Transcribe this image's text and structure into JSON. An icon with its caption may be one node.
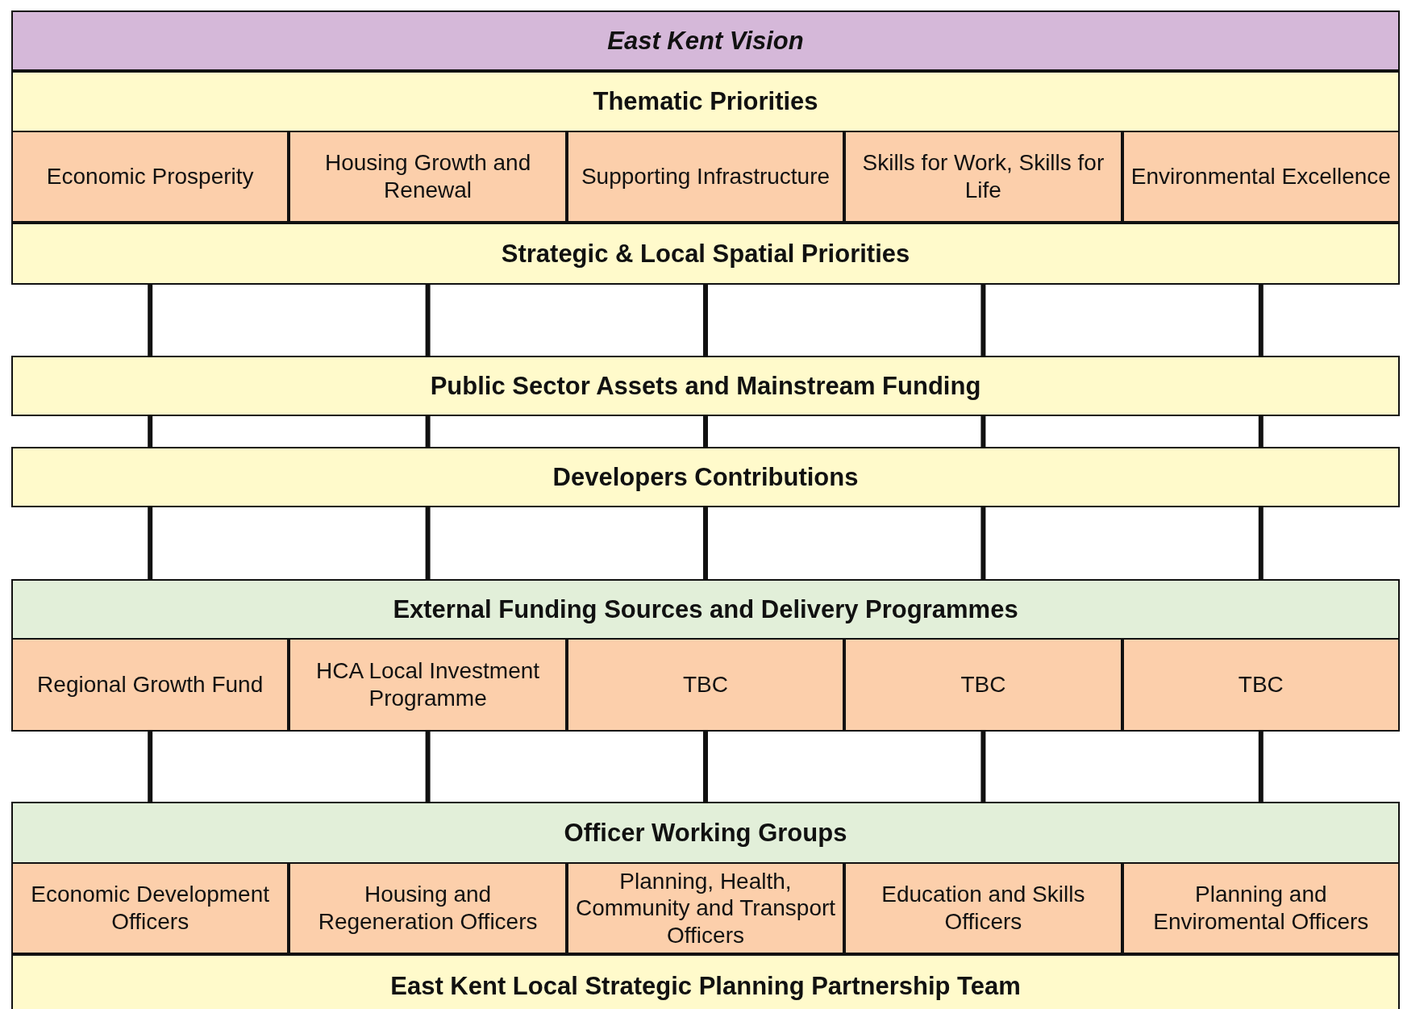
{
  "diagram": {
    "nodes": [
      {
        "text": [
          "East Kent Vision"
        ]
      },
      {
        "text": [
          "Thematic Priorities"
        ]
      },
      {
        "text": [
          "Economic Prosperity"
        ]
      },
      {
        "text": [
          "Housing Growth and Renewal"
        ]
      },
      {
        "text": [
          "Supporting Infrastructure"
        ]
      },
      {
        "text": [
          "Skills for Work, Skills for Life"
        ]
      },
      {
        "text": [
          "Environmental Excellence"
        ]
      },
      {
        "text": [
          "Strategic & Local Spatial Priorities"
        ]
      },
      {
        "text": [
          "Public Sector Assets and Mainstream Funding"
        ]
      },
      {
        "text": [
          "Developers Contributions"
        ]
      },
      {
        "text": [
          "External Funding Sources and Delivery Programmes"
        ]
      },
      {
        "text": [
          "Regional Growth Fund"
        ]
      },
      {
        "text": [
          "HCA Local Investment Programme"
        ]
      },
      {
        "text": [
          "TBC"
        ]
      },
      {
        "text": [
          "TBC"
        ]
      },
      {
        "text": [
          "TBC"
        ]
      },
      {
        "text": [
          "Officer Working Groups"
        ]
      },
      {
        "text": [
          "Economic Development Officers"
        ]
      },
      {
        "text": [
          "Housing and Regeneration Officers"
        ]
      },
      {
        "text": [
          "Planning, Health, Community and Transport Officers"
        ]
      },
      {
        "text": [
          "Education and Skills Officers"
        ]
      },
      {
        "text": [
          "Planning and Enviromental Officers"
        ]
      },
      {
        "text": [
          "East Kent Local Strategic Planning Partnership Team"
        ]
      }
    ],
    "edges": [
      {
        "from": 7,
        "to": 8,
        "arrow": "none"
      },
      {
        "from": 7,
        "to": 8,
        "arrow": "none"
      },
      {
        "from": 7,
        "to": 8,
        "arrow": "none"
      },
      {
        "from": 7,
        "to": 8,
        "arrow": "none"
      },
      {
        "from": 7,
        "to": 8,
        "arrow": "none"
      },
      {
        "from": 8,
        "to": 9,
        "arrow": "none"
      },
      {
        "from": 8,
        "to": 9,
        "arrow": "none"
      },
      {
        "from": 8,
        "to": 9,
        "arrow": "none"
      },
      {
        "from": 8,
        "to": 9,
        "arrow": "none"
      },
      {
        "from": 8,
        "to": 9,
        "arrow": "none"
      },
      {
        "from": 9,
        "to": 10,
        "arrow": "none"
      },
      {
        "from": 9,
        "to": 10,
        "arrow": "none"
      },
      {
        "from": 9,
        "to": 10,
        "arrow": "none"
      },
      {
        "from": 9,
        "to": 10,
        "arrow": "none"
      },
      {
        "from": 9,
        "to": 10,
        "arrow": "none"
      },
      {
        "from": 11,
        "to": 16,
        "arrow": "none"
      },
      {
        "from": 12,
        "to": 16,
        "arrow": "none"
      },
      {
        "from": 13,
        "to": 16,
        "arrow": "none"
      },
      {
        "from": 14,
        "to": 16,
        "arrow": "none"
      },
      {
        "from": 15,
        "to": 16,
        "arrow": "none"
      }
    ]
  }
}
